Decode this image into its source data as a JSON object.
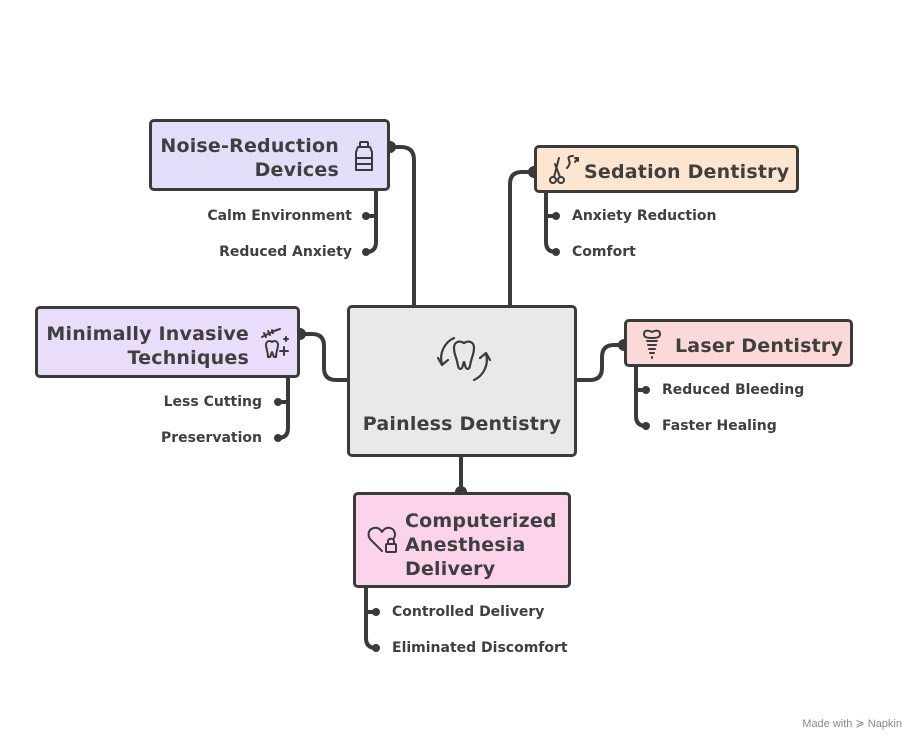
{
  "center": {
    "title": "Painless Dentistry",
    "icon": "tooth-cycle-icon"
  },
  "branches": {
    "noise": {
      "title_line1": "Noise-Reduction",
      "title_line2": "Devices",
      "icon": "mouthwash-bottle-icon",
      "color": "#e4defa",
      "items": [
        "Calm Environment",
        "Reduced Anxiety"
      ]
    },
    "sedation": {
      "title": "Sedation Dentistry",
      "icon": "dental-tools-icon",
      "color": "#fde5cf",
      "items": [
        "Anxiety Reduction",
        "Comfort"
      ]
    },
    "minimal": {
      "title_line1": "Minimally Invasive",
      "title_line2": "Techniques",
      "icon": "tooth-brush-sparkle-icon",
      "color": "#eadcfb",
      "items": [
        "Less Cutting",
        "Preservation"
      ]
    },
    "laser": {
      "title": "Laser Dentistry",
      "icon": "dental-implant-icon",
      "color": "#fcd9d9",
      "items": [
        "Reduced Bleeding",
        "Faster Healing"
      ]
    },
    "computerized": {
      "title_line1": "Computerized",
      "title_line2": "Anesthesia",
      "title_line3": "Delivery",
      "icon": "heart-lock-icon",
      "color": "#fbd3ea",
      "items": [
        "Controlled Delivery",
        "Eliminated Discomfort"
      ]
    }
  },
  "footer": {
    "text": "Made with ≽ Napkin"
  }
}
